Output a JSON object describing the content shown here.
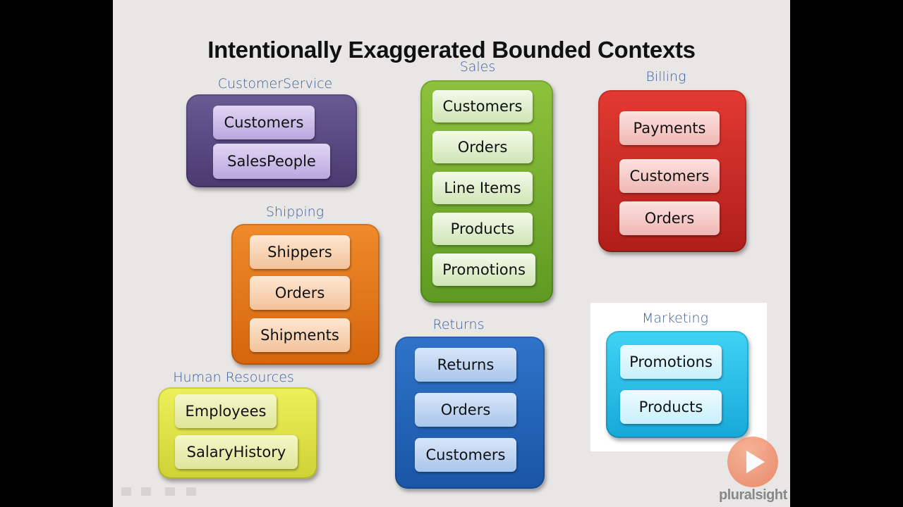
{
  "title": "Intentionally Exaggerated Bounded Contexts",
  "contexts": {
    "customer_service": {
      "label": "CustomerService",
      "items": [
        "Customers",
        "SalesPeople"
      ]
    },
    "sales": {
      "label": "Sales",
      "items": [
        "Customers",
        "Orders",
        "Line Items",
        "Products",
        "Promotions"
      ]
    },
    "billing": {
      "label": "Billing",
      "items": [
        "Payments",
        "Customers",
        "Orders"
      ]
    },
    "shipping": {
      "label": "Shipping",
      "items": [
        "Shippers",
        "Orders",
        "Shipments"
      ]
    },
    "returns": {
      "label": "Returns",
      "items": [
        "Returns",
        "Orders",
        "Customers"
      ]
    },
    "marketing": {
      "label": "Marketing",
      "items": [
        "Promotions",
        "Products"
      ]
    },
    "human_resources": {
      "label": "Human Resources",
      "items": [
        "Employees",
        "SalaryHistory"
      ]
    }
  },
  "brand": {
    "logo_text": "pluralsight",
    "accent": "#ea7a55"
  },
  "colors": {
    "customer_service": "#4f4077",
    "sales": "#6fae2a",
    "billing": "#c8241f",
    "shipping": "#e47519",
    "returns": "#2262b8",
    "marketing": "#22b7e4",
    "human_resources": "#dcdf3f"
  }
}
